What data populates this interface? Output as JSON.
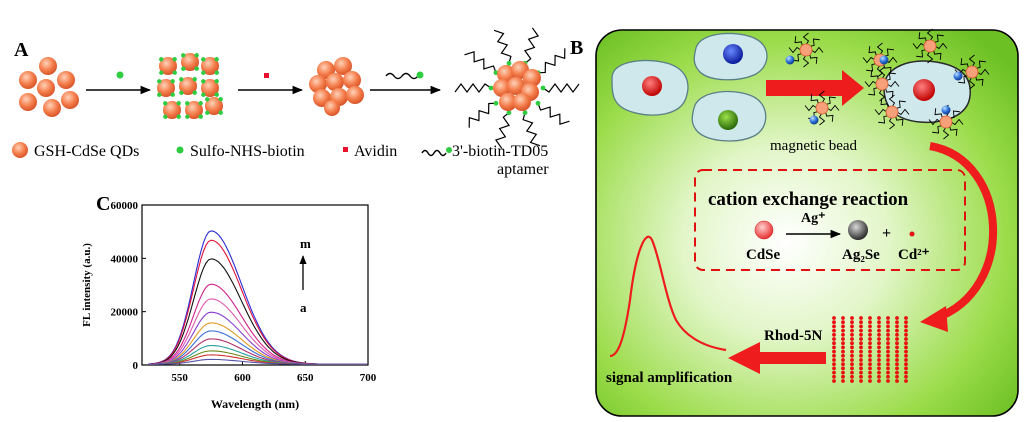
{
  "panel_labels": {
    "a": "A",
    "b": "B",
    "c": "C"
  },
  "legend": {
    "qds": "GSH-CdSe QDs",
    "biotin": "Sulfo-NHS-biotin",
    "avidin": "Avidin",
    "aptamer_line1": "3'-biotin-TD05",
    "aptamer_line2": "aptamer"
  },
  "panel_b": {
    "magnetic_bead": "magnetic bead",
    "reaction_title": "cation exchange reaction",
    "cdse": "CdSe",
    "ag": "Ag⁺",
    "ag2se": "Ag₂Se",
    "plus": "+",
    "cd": "Cd²⁺",
    "rhod": "Rhod-5N",
    "signal": "signal amplification"
  },
  "colors": {
    "qd": "#f47c4a",
    "biotin": "#2ecc40",
    "avidin": "#e8102a",
    "green_bg": "#7fcf2a",
    "arrow_red": "#ee1c1c",
    "cell_fill": "#cfe8ec"
  },
  "chart_data": {
    "type": "line",
    "xlabel": "Wavelength (nm)",
    "ylabel": "FL intensity (a.u.)",
    "xlim": [
      520,
      700
    ],
    "ylim": [
      0,
      60000
    ],
    "xticks": [
      550,
      600,
      650,
      700
    ],
    "yticks": [
      0,
      20000,
      40000,
      60000
    ],
    "annotation_top": "m",
    "annotation_bottom": "a",
    "peak_x": 575,
    "series": [
      {
        "color": "#2b2bd6",
        "peak": 50000
      },
      {
        "color": "#e0103a",
        "peak": 46500
      },
      {
        "color": "#111111",
        "peak": 39500
      },
      {
        "color": "#d0208c",
        "peak": 30000
      },
      {
        "color": "#e05ab0",
        "peak": 24500
      },
      {
        "color": "#8a3fd0",
        "peak": 19500
      },
      {
        "color": "#e09a20",
        "peak": 15500
      },
      {
        "color": "#3a6fd8",
        "peak": 12500
      },
      {
        "color": "#b0306a",
        "peak": 9500
      },
      {
        "color": "#2aa0a0",
        "peak": 7000
      },
      {
        "color": "#6a8a1a",
        "peak": 5000
      },
      {
        "color": "#cc3333",
        "peak": 3500
      },
      {
        "color": "#5555aa",
        "peak": 1800
      }
    ]
  }
}
